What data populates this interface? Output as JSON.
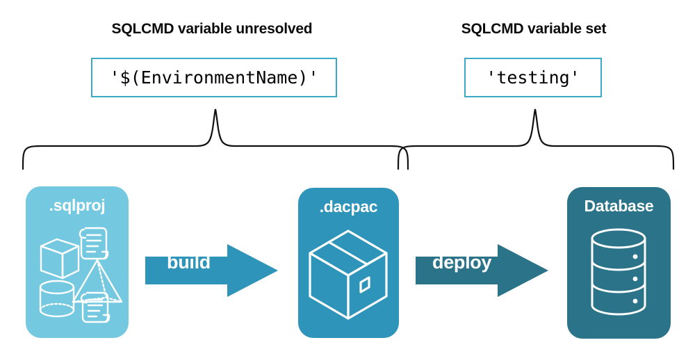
{
  "diagram": {
    "title_left": "SQLCMD variable unresolved",
    "title_right": "SQLCMD variable set",
    "code_left": "'$(EnvironmentName)'",
    "code_right": "'testing'",
    "stages": [
      {
        "label": ".sqlproj",
        "color": "#74c8e0",
        "icons": [
          "cube-icon",
          "scroll-icon",
          "pyramid-icon",
          "cylinder-icon",
          "scroll-icon"
        ]
      },
      {
        "label": ".dacpac",
        "color": "#2e94b9",
        "icons": [
          "package-box-icon"
        ]
      },
      {
        "label": "Database",
        "color": "#2b7389",
        "icons": [
          "database-cylinder-icon"
        ]
      }
    ],
    "arrows": [
      {
        "label": "build",
        "color": "#2e94b9"
      },
      {
        "label": "deploy",
        "color": "#2b7389"
      }
    ],
    "colors": {
      "light_blue": "#74c8e0",
      "medium_teal": "#2e94b9",
      "dark_teal": "#2b7389",
      "border_teal": "#3da9c8",
      "text_black": "#0b0b0b",
      "background": "#ffffff"
    },
    "brace_stroke": "#111111"
  }
}
